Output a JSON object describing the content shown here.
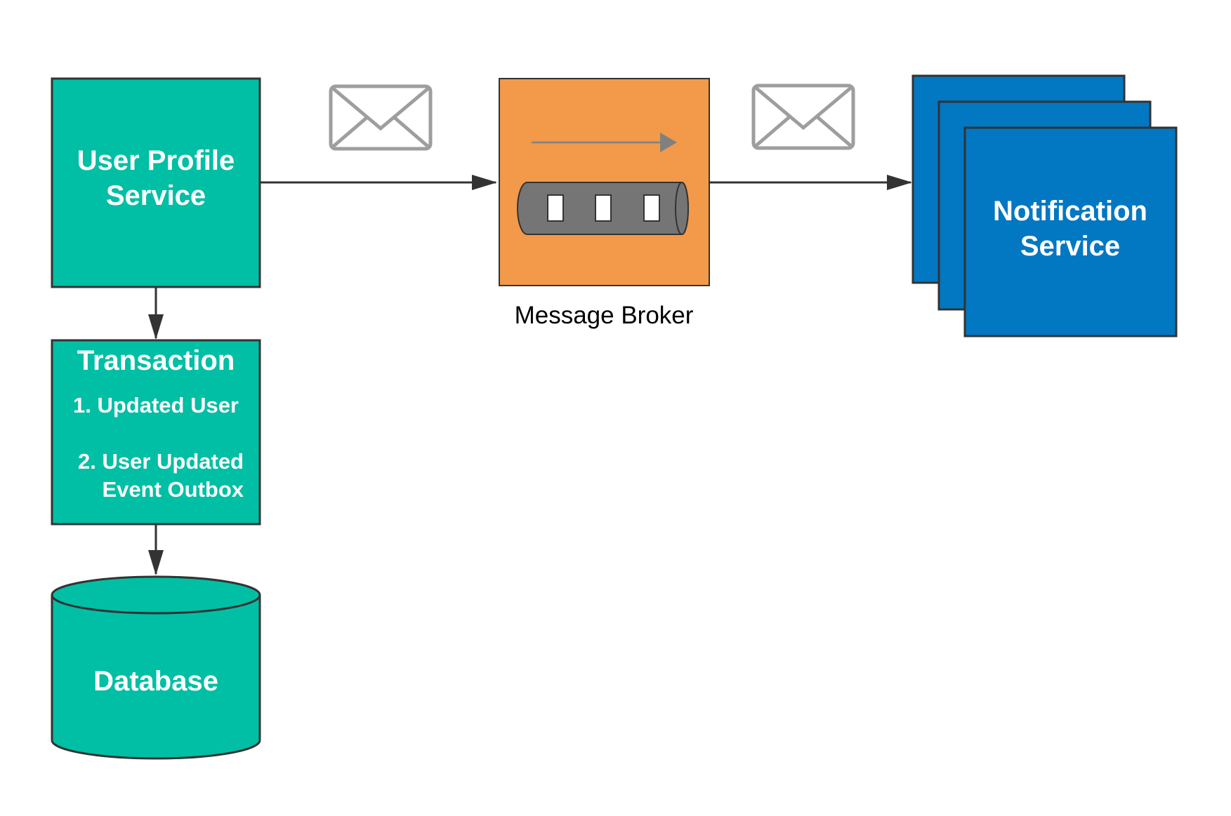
{
  "colors": {
    "teal": "#00bfa5",
    "orange": "#f2994a",
    "blue": "#0277c2",
    "stroke": "#333333",
    "envelope_stroke": "#9e9e9e",
    "queue_gray": "#757575",
    "arrow": "#333333",
    "inner_arrow": "#808080"
  },
  "user_profile_service": {
    "line1": "User Profile",
    "line2": "Service"
  },
  "transaction": {
    "title": "Transaction",
    "item1": "1. Updated User",
    "item2_line1": "2. User Updated",
    "item2_line2": "Event Outbox"
  },
  "database": {
    "label": "Database"
  },
  "message_broker": {
    "label": "Message Broker"
  },
  "notification_service": {
    "line1": "Notification",
    "line2": "Service"
  },
  "icons": {
    "message_in": "envelope-icon",
    "message_out": "envelope-icon",
    "queue": "queue-icon"
  }
}
